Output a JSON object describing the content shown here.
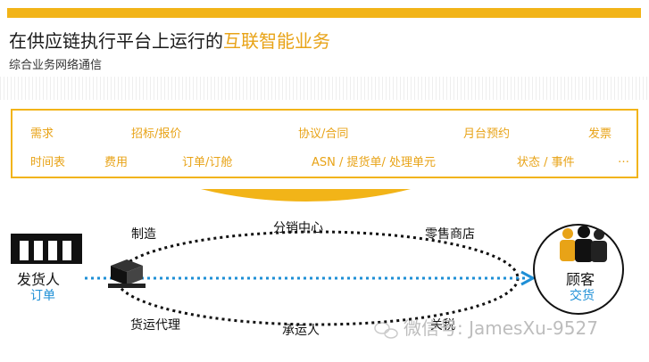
{
  "header": {
    "title_prefix": "在供应链执行平台上运行的",
    "title_highlight": "互联智能业务",
    "subtitle": "综合业务网络通信"
  },
  "business_box": {
    "row1": [
      "需求",
      "招标/报价",
      "协议/合同",
      "月台预约",
      "发票"
    ],
    "row2": [
      "时间表",
      "费用",
      "订单/订舱",
      "ASN / 提货单/ 处理单元",
      "状态 / 事件",
      "…"
    ]
  },
  "flow": {
    "shipper_label": "发货人",
    "shipper_sub": "订单",
    "customer_label": "顾客",
    "customer_sub": "交货",
    "nodes": {
      "manufacturing": "制造",
      "distribution_center": "分销中心",
      "retail_store": "零售商店",
      "freight_forwarder": "货运代理",
      "carrier": "承运人",
      "customs": "关税"
    }
  },
  "watermark": "微信号: JamesXu-9527",
  "colors": {
    "accent": "#f2b418",
    "accent_text": "#e8a317",
    "flow_blue": "#1e8fd6"
  },
  "icons": [
    "factory-icon",
    "pallet-icon",
    "people-icon",
    "wechat-icon"
  ]
}
